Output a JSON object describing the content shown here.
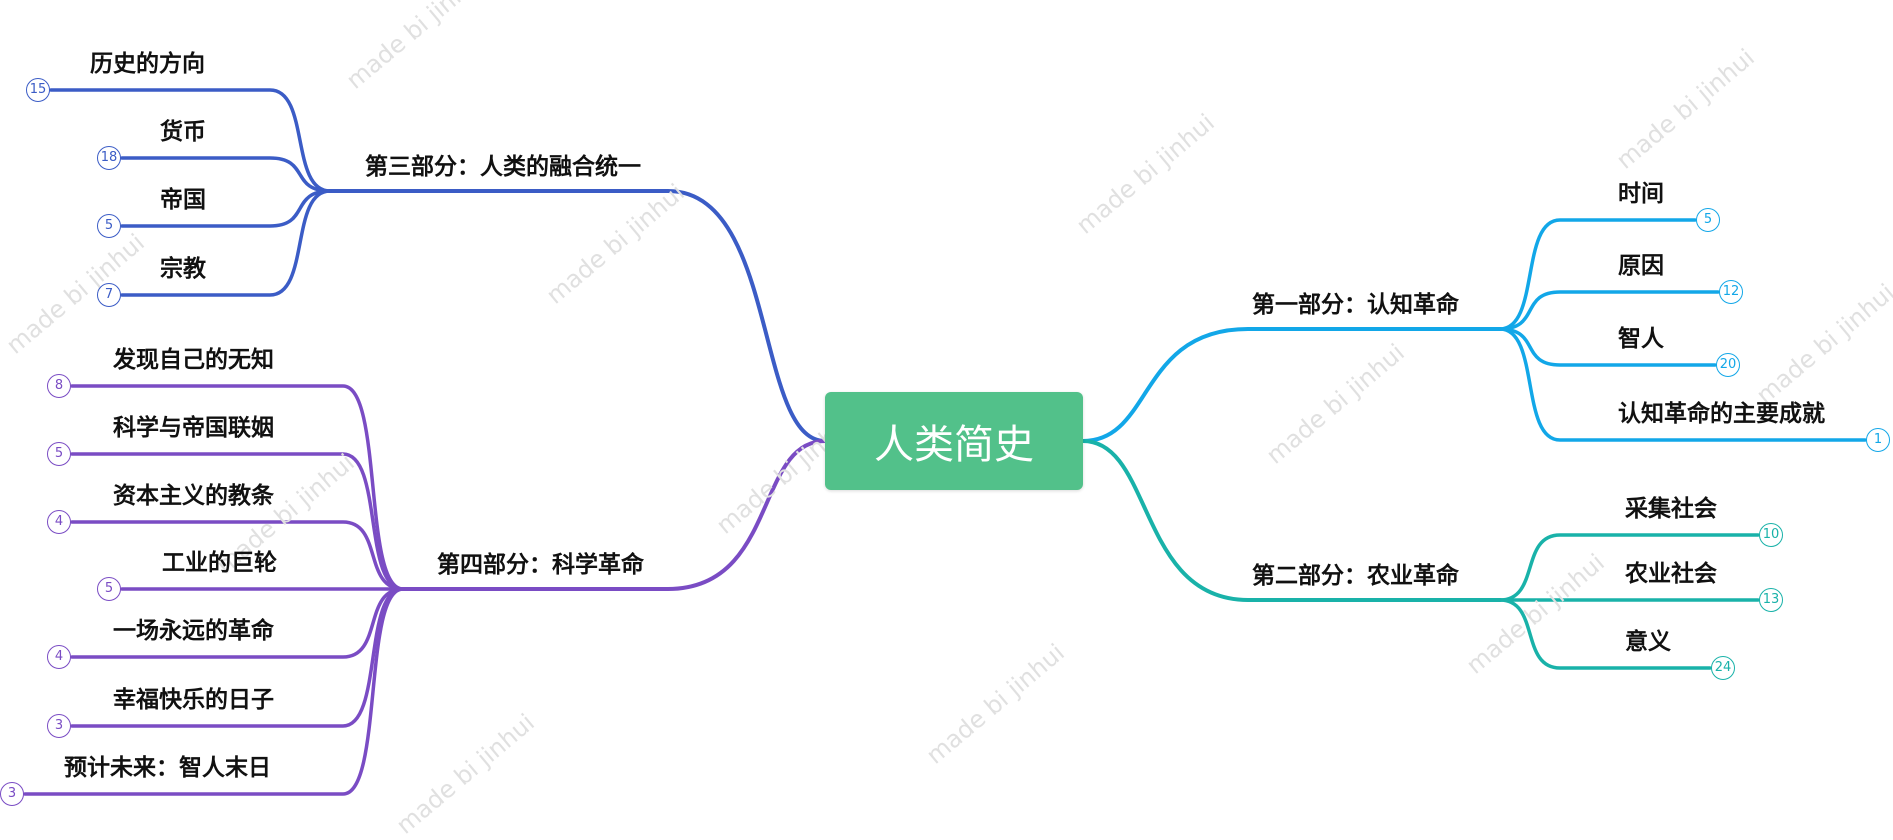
{
  "watermark": "made bi jinhui",
  "root": {
    "label": "人类简史",
    "color": "#52c18a"
  },
  "branches": [
    {
      "id": "b1",
      "label": "第一部分：认知革命",
      "color": "#12a7e8",
      "children": [
        {
          "label": "时间",
          "count": "5"
        },
        {
          "label": "原因",
          "count": "12"
        },
        {
          "label": "智人",
          "count": "20"
        },
        {
          "label": "认知革命的主要成就",
          "count": "1"
        }
      ]
    },
    {
      "id": "b2",
      "label": "第二部分：农业革命",
      "color": "#19b2a9",
      "children": [
        {
          "label": "采集社会",
          "count": "10"
        },
        {
          "label": "农业社会",
          "count": "13"
        },
        {
          "label": "意义",
          "count": "24"
        }
      ]
    },
    {
      "id": "b3",
      "label": "第三部分：人类的融合统一",
      "color": "#3b5cc6",
      "children": [
        {
          "label": "历史的方向",
          "count": "15"
        },
        {
          "label": "货币",
          "count": "18"
        },
        {
          "label": "帝国",
          "count": "5"
        },
        {
          "label": "宗教",
          "count": "7"
        }
      ]
    },
    {
      "id": "b4",
      "label": "第四部分：科学革命",
      "color": "#7a4cc4",
      "children": [
        {
          "label": "发现自己的无知",
          "count": "8"
        },
        {
          "label": "科学与帝国联姻",
          "count": "5"
        },
        {
          "label": "资本主义的教条",
          "count": "4"
        },
        {
          "label": "工业的巨轮",
          "count": "5"
        },
        {
          "label": "一场永远的革命",
          "count": "4"
        },
        {
          "label": "幸福快乐的日子",
          "count": "3"
        },
        {
          "label": "预计未来：智人末日",
          "count": "3"
        }
      ]
    }
  ]
}
